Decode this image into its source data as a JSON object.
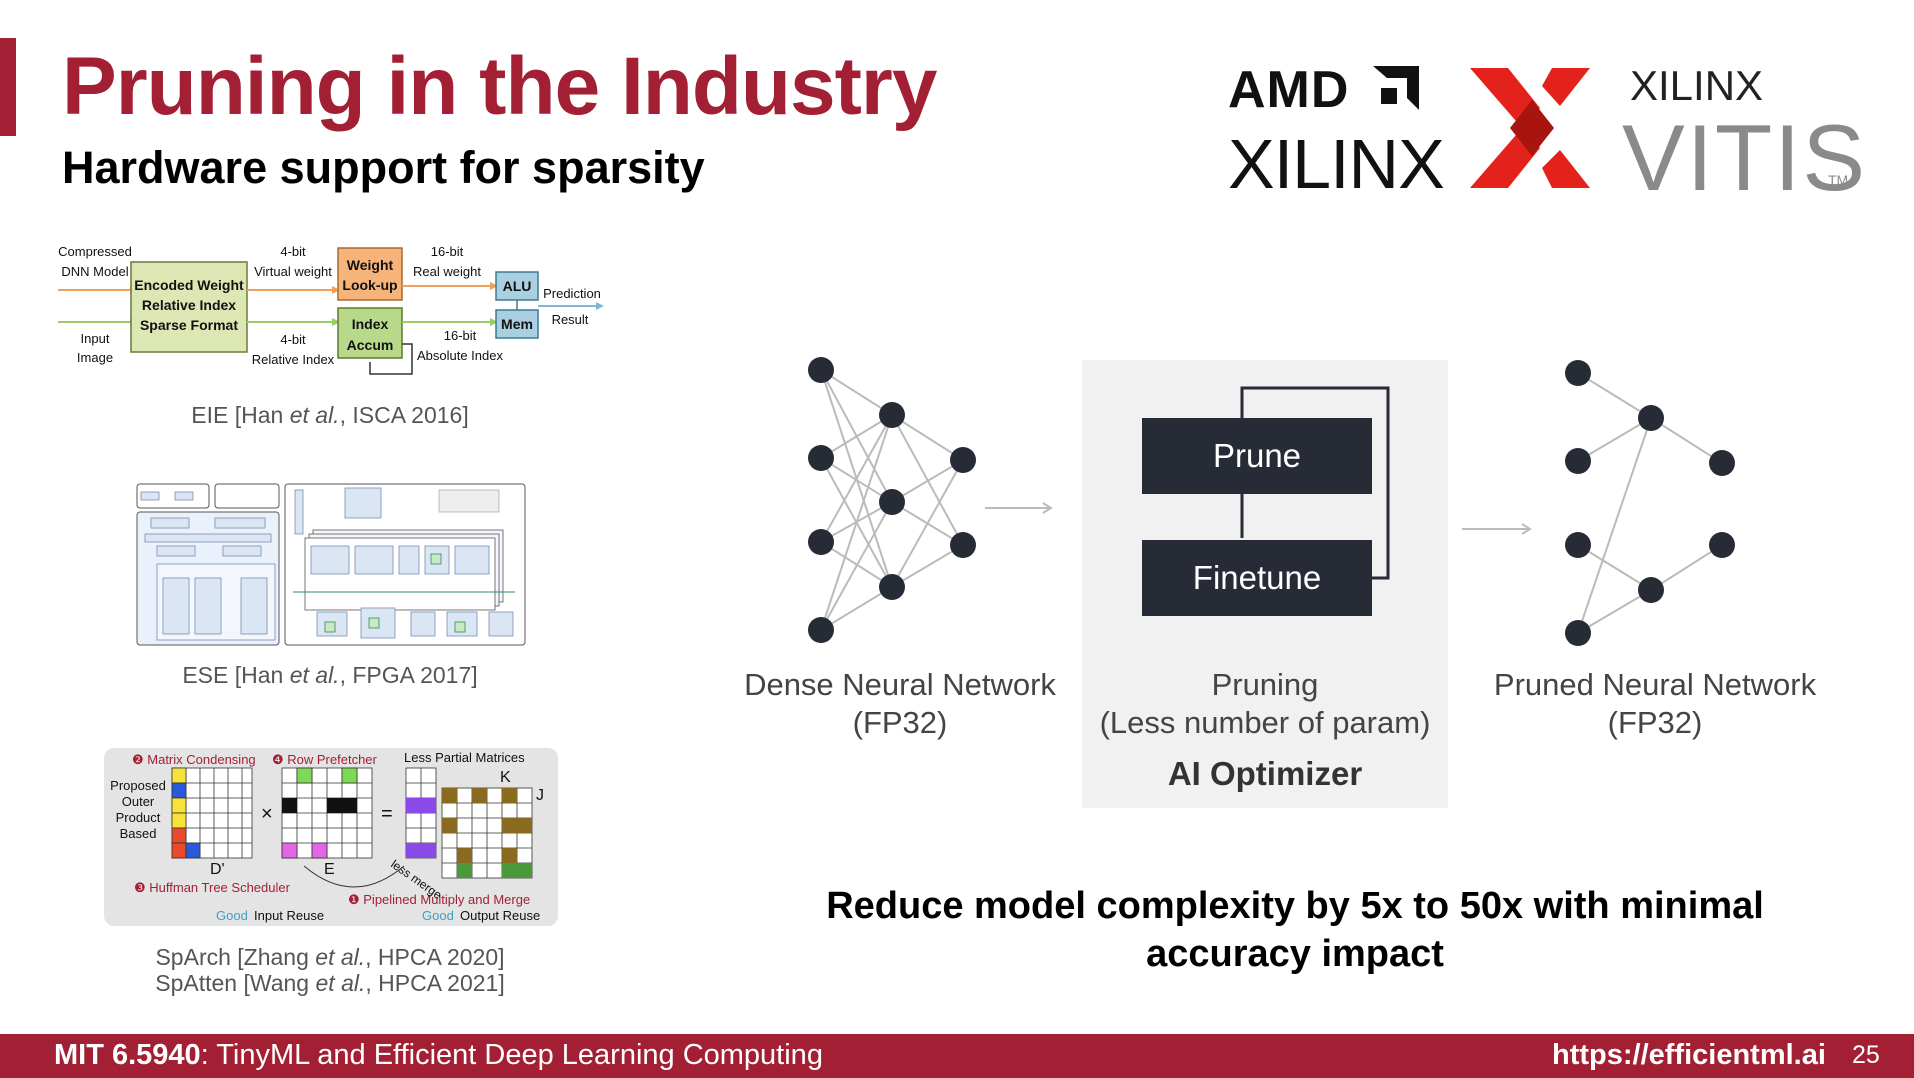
{
  "slide": {
    "title": "Pruning in the Industry",
    "subtitle": "Hardware support for sparsity"
  },
  "logos": {
    "amd": "AMD",
    "xilinx": "XILINX",
    "vitis_brand": "XILINX",
    "vitis": "VITIS",
    "tm": "TM"
  },
  "eie": {
    "labels": {
      "compressed": "Compressed",
      "dnn_model": "DNN Model",
      "input": "Input",
      "image": "Image",
      "encoded_1": "Encoded Weight",
      "encoded_2": "Relative Index",
      "encoded_3": "Sparse Format",
      "bit4_top": "4-bit",
      "virtual_weight": "Virtual weight",
      "bit4_bottom": "4-bit",
      "relative_index": "Relative Index",
      "weight_1": "Weight",
      "weight_2": "Look-up",
      "index_1": "Index",
      "index_2": "Accum",
      "bit16_top": "16-bit",
      "real_weight": "Real weight",
      "bit16_bottom": "16-bit",
      "absolute_index": "Absolute Index",
      "alu": "ALU",
      "mem": "Mem",
      "prediction": "Prediction",
      "result": "Result"
    },
    "caption_pre": "EIE [Han ",
    "caption_etal": "et al.",
    "caption_post": ", ISCA 2016]"
  },
  "ese": {
    "caption_pre": "ESE [Han ",
    "caption_etal": "et al.",
    "caption_post": ", FPGA 2017]"
  },
  "sparch": {
    "labels": {
      "matrix_condensing": "❷ Matrix Condensing",
      "row_prefetcher": "❹ Row Prefetcher",
      "less_partial": "Less Partial Matrices",
      "proposed": "Proposed",
      "outer": "Outer",
      "product": "Product",
      "based": "Based",
      "k": "K",
      "j": "J",
      "d_prime": "D'",
      "e": "E",
      "huffman": "❸ Huffman Tree Scheduler",
      "pipelined": "❶ Pipelined Multiply and Merge",
      "less_merge": "less merge",
      "good_1": "Good",
      "input_reuse": "Input Reuse",
      "good_2": "Good",
      "output_reuse": "Output Reuse",
      "times": "×",
      "equals": "="
    },
    "caption1_pre": "SpArch [Zhang ",
    "caption1_etal": "et al.",
    "caption1_post": ", HPCA 2020]",
    "caption2_pre": "SpAtten [Wang ",
    "caption2_etal": "et al.",
    "caption2_post": ", HPCA 2021]"
  },
  "diagram": {
    "prune": "Prune",
    "finetune": "Finetune",
    "dense_1": "Dense Neural Network",
    "dense_2": "(FP32)",
    "pruning_1": "Pruning",
    "pruning_2": "(Less number of param)",
    "ai_optimizer": "AI Optimizer",
    "pruned_1": "Pruned Neural Network",
    "pruned_2": "(FP32)"
  },
  "summary": "Reduce model complexity by 5x to 50x with minimal accuracy impact",
  "footer": {
    "course_code": "MIT 6.5940",
    "course_name": ": TinyML and Efficient Deep Learning Computing",
    "url": "https://efficientml.ai",
    "page": "25"
  }
}
